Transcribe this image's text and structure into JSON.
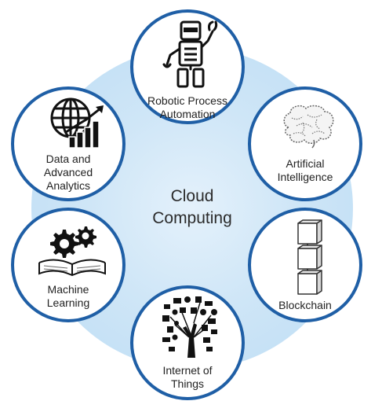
{
  "center": {
    "title": "Cloud\nComputing"
  },
  "nodes": [
    {
      "label": "Robotic Process\nAutomation",
      "icon": "robot-icon"
    },
    {
      "label": "Artificial\nIntelligence",
      "icon": "brain-icon"
    },
    {
      "label": "Blockchain",
      "icon": "blocks-chain-icon"
    },
    {
      "label": "Internet of\nThings",
      "icon": "iot-tree-icon"
    },
    {
      "label": "Machine\nLearning",
      "icon": "gears-book-icon"
    },
    {
      "label": "Data and\nAdvanced\nAnalytics",
      "icon": "globe-chart-icon"
    }
  ],
  "colors": {
    "ring": "#1f5fa6",
    "hub": "#cfe6f7",
    "icon": "#111111",
    "text": "#222222"
  }
}
